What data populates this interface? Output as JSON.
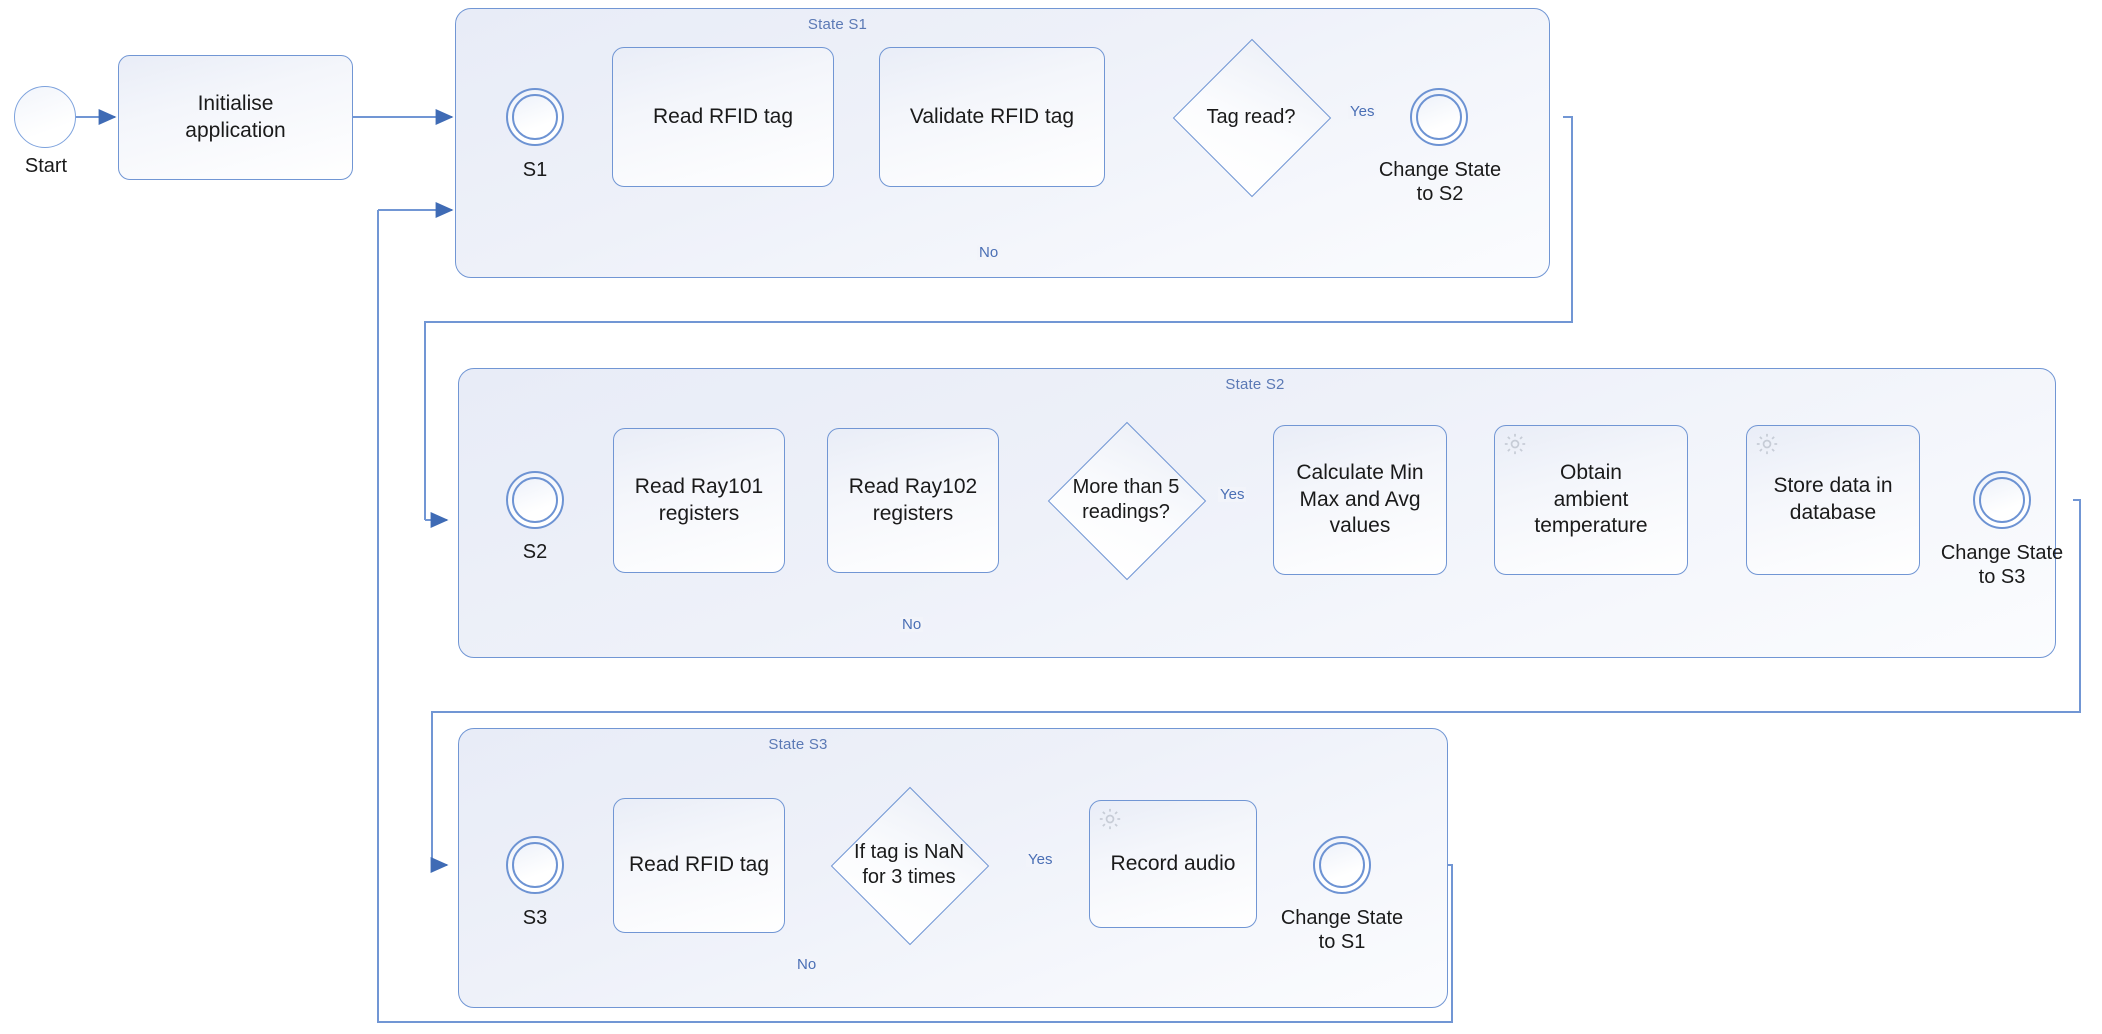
{
  "diagram": {
    "type": "bpmn-state-machine",
    "accent_color": "#7196d4",
    "label_color": "#4a6fb5",
    "container_fill": "#eef1f9"
  },
  "start": {
    "label": "Start",
    "icon": "start-event-circle-icon"
  },
  "init_task": {
    "label": "Initialise\napplication"
  },
  "states": [
    {
      "id": "S1",
      "title": "State S1",
      "start_event_label": "S1",
      "tasks": [
        {
          "label": "Read RFID tag",
          "service_icon": false
        },
        {
          "label": "Validate RFID tag",
          "service_icon": false
        }
      ],
      "gateway": {
        "label": "Tag read?"
      },
      "gateway_yes": "Yes",
      "gateway_no": "No",
      "end_event_label": "Change State\nto S2"
    },
    {
      "id": "S2",
      "title": "State S2",
      "start_event_label": "S2",
      "tasks": [
        {
          "label": "Read Ray101\nregisters",
          "service_icon": false
        },
        {
          "label": "Read Ray102\nregisters",
          "service_icon": false
        },
        {
          "label": "Calculate Min\nMax and Avg\nvalues",
          "service_icon": false
        },
        {
          "label": "Obtain\nambient\ntemperature",
          "service_icon": true
        },
        {
          "label": "Store data in\ndatabase",
          "service_icon": true
        }
      ],
      "gateway": {
        "label": "More than 5\nreadings?"
      },
      "gateway_yes": "Yes",
      "gateway_no": "No",
      "end_event_label": "Change State\nto S3"
    },
    {
      "id": "S3",
      "title": "State S3",
      "start_event_label": "S3",
      "tasks": [
        {
          "label": "Read RFID tag",
          "service_icon": false
        },
        {
          "label": "Record audio",
          "service_icon": true
        }
      ],
      "gateway": {
        "label": "If tag is NaN\nfor 3 times"
      },
      "gateway_yes": "Yes",
      "gateway_no": "No",
      "end_event_label": "Change State\nto S1"
    }
  ]
}
